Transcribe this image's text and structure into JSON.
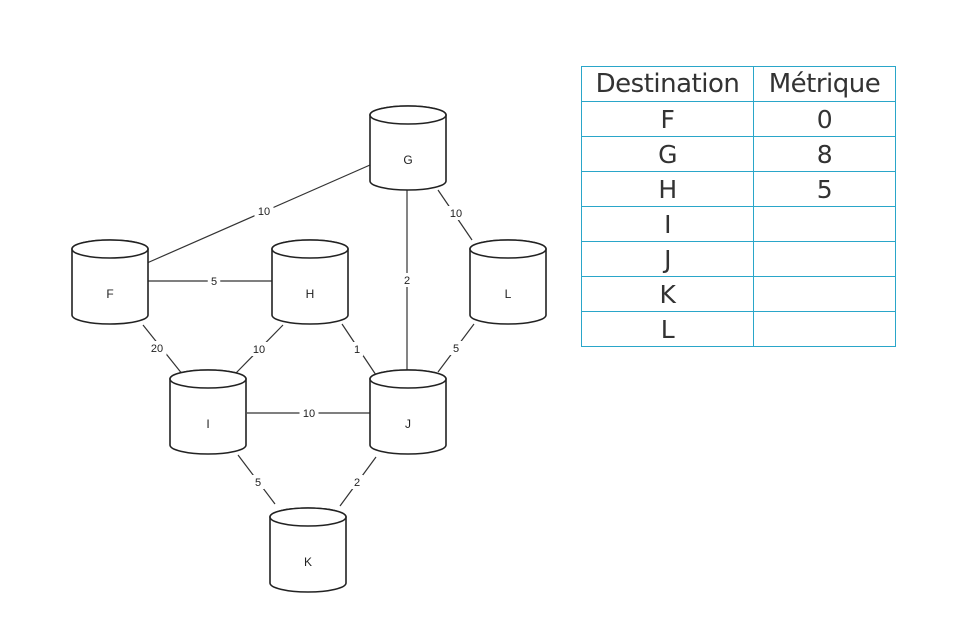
{
  "graph": {
    "nodes": [
      {
        "id": "F",
        "label": "F"
      },
      {
        "id": "G",
        "label": "G"
      },
      {
        "id": "H",
        "label": "H"
      },
      {
        "id": "I",
        "label": "I"
      },
      {
        "id": "J",
        "label": "J"
      },
      {
        "id": "K",
        "label": "K"
      },
      {
        "id": "L",
        "label": "L"
      }
    ],
    "edges": [
      {
        "from": "F",
        "to": "G",
        "weight": "10"
      },
      {
        "from": "F",
        "to": "H",
        "weight": "5"
      },
      {
        "from": "F",
        "to": "I",
        "weight": "20"
      },
      {
        "from": "H",
        "to": "I",
        "weight": "10"
      },
      {
        "from": "H",
        "to": "J",
        "weight": "1"
      },
      {
        "from": "G",
        "to": "J",
        "weight": "2"
      },
      {
        "from": "G",
        "to": "L",
        "weight": "10"
      },
      {
        "from": "L",
        "to": "J",
        "weight": "5"
      },
      {
        "from": "I",
        "to": "J",
        "weight": "10"
      },
      {
        "from": "I",
        "to": "K",
        "weight": "5"
      },
      {
        "from": "J",
        "to": "K",
        "weight": "2"
      }
    ]
  },
  "table": {
    "headers": {
      "destination": "Destination",
      "metric": "Métrique"
    },
    "rows": [
      {
        "destination": "F",
        "metric": "0"
      },
      {
        "destination": "G",
        "metric": "8"
      },
      {
        "destination": "H",
        "metric": "5"
      },
      {
        "destination": "I",
        "metric": ""
      },
      {
        "destination": "J",
        "metric": ""
      },
      {
        "destination": "K",
        "metric": ""
      },
      {
        "destination": "L",
        "metric": ""
      }
    ]
  }
}
